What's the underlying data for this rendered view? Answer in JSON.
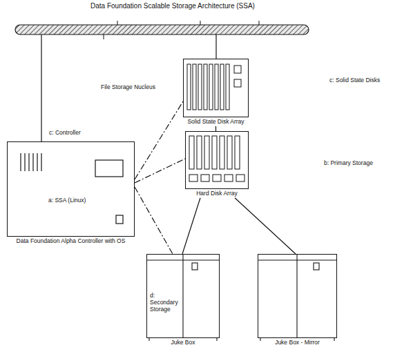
{
  "diagram": {
    "title": "Data Foundation Scalable Storage Architecture (SSA)",
    "nodes": [
      {
        "text": [
          "Solid State Disk Array"
        ]
      },
      {
        "text": [
          "Hard Disk Array"
        ]
      },
      {
        "text": [
          "a: SSA (Linux)",
          "Data Foundation Alpha Controller with OS"
        ]
      },
      {
        "text": [
          "Juke Box"
        ]
      },
      {
        "text": [
          "Juke Box - Mirror"
        ]
      }
    ],
    "edges": [
      {
        "from": 0,
        "to": 1,
        "arrow": "none"
      },
      {
        "from": 2,
        "to": 0,
        "arrow": "none"
      },
      {
        "from": 2,
        "to": 1,
        "arrow": "none"
      },
      {
        "from": 2,
        "to": 3,
        "arrow": "none"
      },
      {
        "from": 1,
        "to": 3,
        "arrow": "none"
      },
      {
        "from": 1,
        "to": 4,
        "arrow": "none"
      }
    ],
    "labels": [
      "File Storage Nucleus",
      "c: Controller",
      "c: Solid State Disks",
      "b: Primary Storage",
      "d: Secondary Storage"
    ]
  }
}
